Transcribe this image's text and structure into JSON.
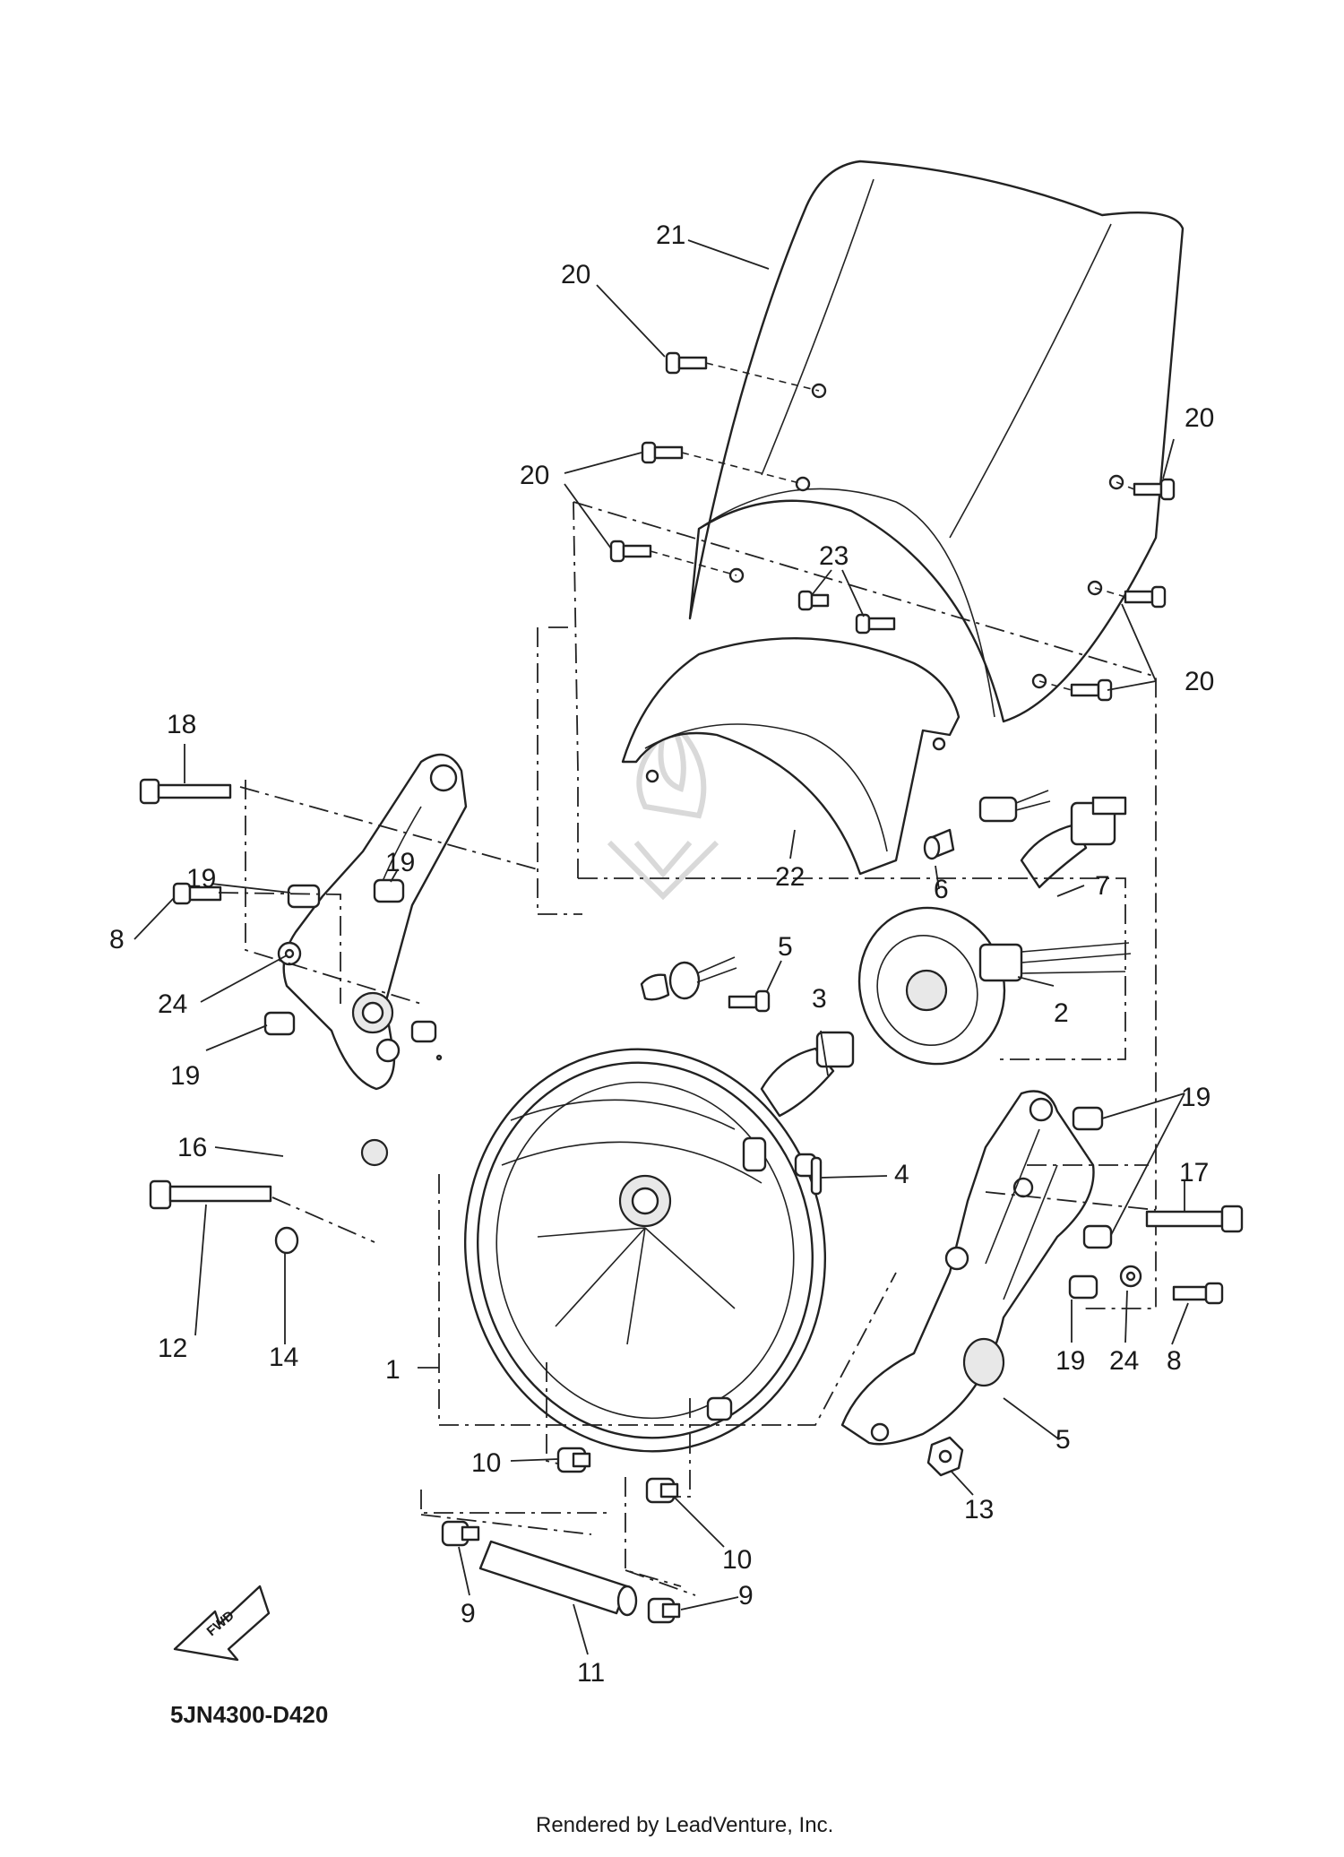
{
  "diagram": {
    "code": "5JN4300-D420",
    "credit": "Rendered by LeadVenture, Inc.",
    "fwd_label": "FWD",
    "callouts": [
      {
        "id": "c21",
        "text": "21"
      },
      {
        "id": "c20a",
        "text": "20"
      },
      {
        "id": "c20b",
        "text": "20"
      },
      {
        "id": "c20c",
        "text": "20"
      },
      {
        "id": "c20d",
        "text": "20"
      },
      {
        "id": "c23",
        "text": "23"
      },
      {
        "id": "c18",
        "text": "18"
      },
      {
        "id": "c19a",
        "text": "19"
      },
      {
        "id": "c19b",
        "text": "19"
      },
      {
        "id": "c19c",
        "text": "19"
      },
      {
        "id": "c19d",
        "text": "19"
      },
      {
        "id": "c19e",
        "text": "19"
      },
      {
        "id": "c8a",
        "text": "8"
      },
      {
        "id": "c8b",
        "text": "8"
      },
      {
        "id": "c24a",
        "text": "24"
      },
      {
        "id": "c24b",
        "text": "24"
      },
      {
        "id": "c22",
        "text": "22"
      },
      {
        "id": "c6",
        "text": "6"
      },
      {
        "id": "c7",
        "text": "7"
      },
      {
        "id": "c5a",
        "text": "5"
      },
      {
        "id": "c5b",
        "text": "5"
      },
      {
        "id": "c3",
        "text": "3"
      },
      {
        "id": "c2",
        "text": "2"
      },
      {
        "id": "c16",
        "text": "16"
      },
      {
        "id": "c4",
        "text": "4"
      },
      {
        "id": "c17",
        "text": "17"
      },
      {
        "id": "c12",
        "text": "12"
      },
      {
        "id": "c14",
        "text": "14"
      },
      {
        "id": "c1",
        "text": "1"
      },
      {
        "id": "c13",
        "text": "13"
      },
      {
        "id": "c10a",
        "text": "10"
      },
      {
        "id": "c10b",
        "text": "10"
      },
      {
        "id": "c9a",
        "text": "9"
      },
      {
        "id": "c9b",
        "text": "9"
      },
      {
        "id": "c11",
        "text": "11"
      }
    ]
  }
}
